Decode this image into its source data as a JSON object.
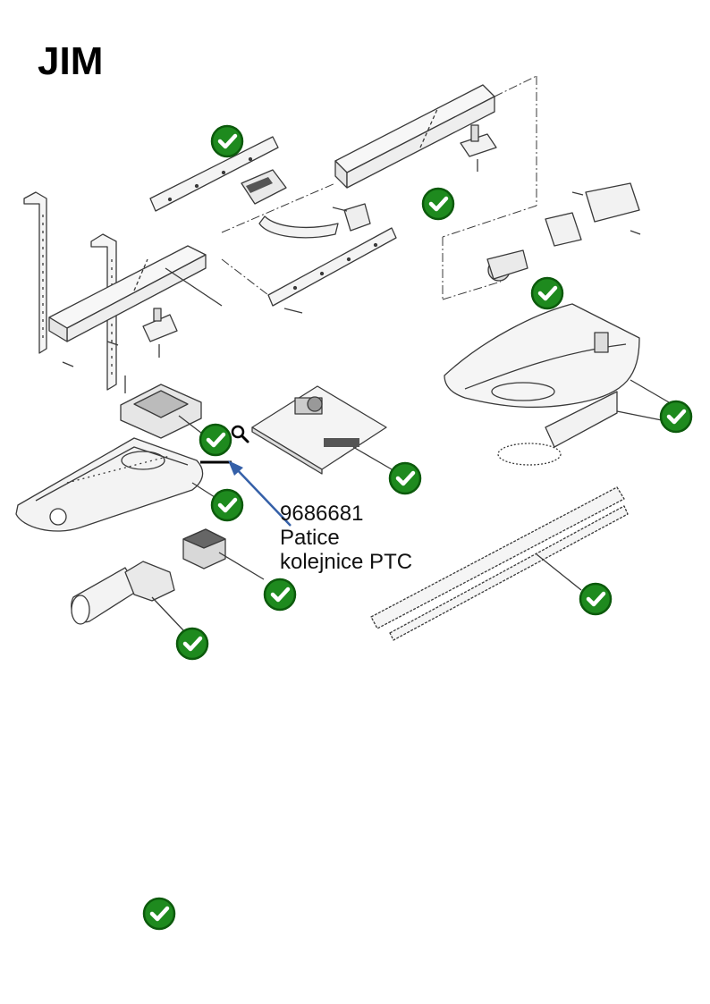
{
  "page": {
    "title": "JIM"
  },
  "callout": {
    "part_number": "9686681",
    "line1": "Patice",
    "line2": "kolejnice PTC"
  },
  "colors": {
    "check_fill": "#1e8a1e",
    "check_ring": "#0c5a0c",
    "arrow": "#3560a8",
    "line_art": "#3a3a3a"
  },
  "icons": {
    "check": "check-circle-icon",
    "zoom": "magnifier-icon"
  }
}
